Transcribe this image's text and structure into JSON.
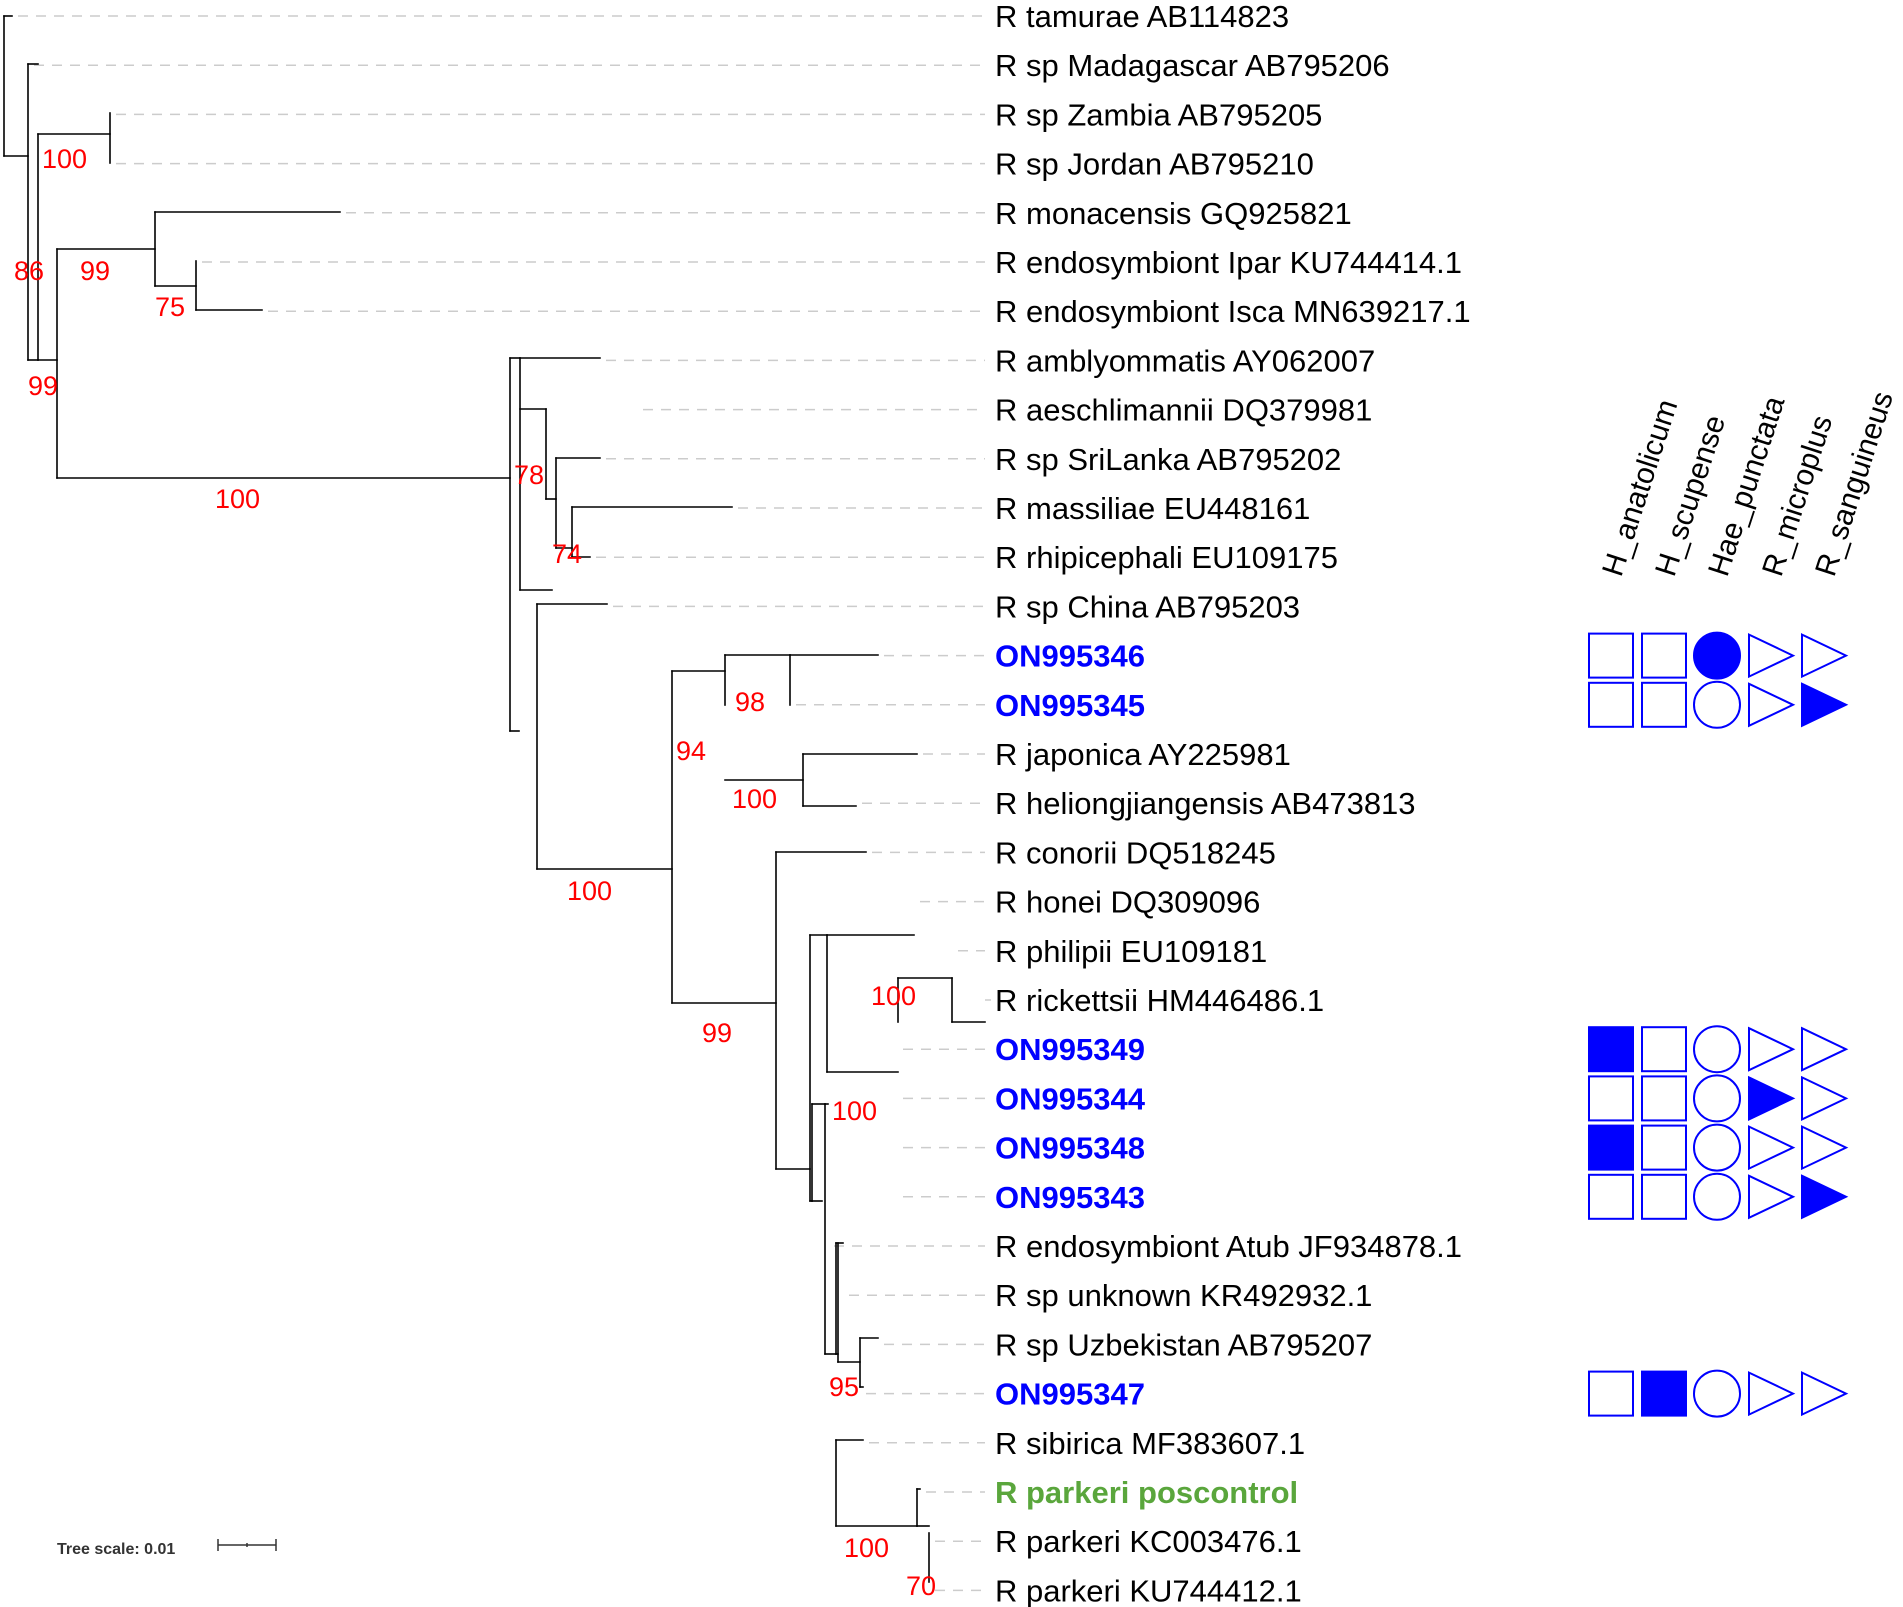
{
  "colors": {
    "branch": "#000000",
    "guide": "#cccccc",
    "support": "#ff0000",
    "tip_default": "#000000",
    "tip_sample": "#0000ff",
    "tip_control": "#5aa63c",
    "marker": "#0000ff"
  },
  "tree_scale": "Tree scale: 0.01",
  "host_columns": [
    {
      "name": "H_anatolicum",
      "shape": "square"
    },
    {
      "name": "H_scupense",
      "shape": "square"
    },
    {
      "name": "Hae_punctata",
      "shape": "circle"
    },
    {
      "name": "R_microplus",
      "shape": "triangle"
    },
    {
      "name": "R_sanguineus",
      "shape": "triangle"
    }
  ],
  "tips": [
    {
      "label": "R tamurae AB114823",
      "kind": "ref"
    },
    {
      "label": "R sp Madagascar AB795206",
      "kind": "ref"
    },
    {
      "label": "R sp Zambia AB795205",
      "kind": "ref"
    },
    {
      "label": "R sp Jordan AB795210",
      "kind": "ref"
    },
    {
      "label": "R monacensis GQ925821",
      "kind": "ref"
    },
    {
      "label": "R endosymbiont Ipar KU744414.1",
      "kind": "ref"
    },
    {
      "label": "R endosymbiont Isca MN639217.1",
      "kind": "ref"
    },
    {
      "label": "R amblyommatis AY062007",
      "kind": "ref"
    },
    {
      "label": "R aeschlimannii DQ379981",
      "kind": "ref"
    },
    {
      "label": "R sp SriLanka AB795202",
      "kind": "ref"
    },
    {
      "label": "R massiliae EU448161",
      "kind": "ref"
    },
    {
      "label": "R rhipicephali EU109175",
      "kind": "ref"
    },
    {
      "label": "R sp China AB795203",
      "kind": "ref"
    },
    {
      "label": "ON995346",
      "kind": "sample",
      "hosts": [
        0,
        0,
        1,
        0,
        0
      ]
    },
    {
      "label": "ON995345",
      "kind": "sample",
      "hosts": [
        0,
        0,
        0,
        0,
        1
      ]
    },
    {
      "label": "R japonica AY225981",
      "kind": "ref"
    },
    {
      "label": "R heliongjiangensis AB473813",
      "kind": "ref"
    },
    {
      "label": "R conorii DQ518245",
      "kind": "ref"
    },
    {
      "label": "R honei DQ309096",
      "kind": "ref"
    },
    {
      "label": "R philipii EU109181",
      "kind": "ref"
    },
    {
      "label": "R rickettsii HM446486.1",
      "kind": "ref"
    },
    {
      "label": "ON995349",
      "kind": "sample",
      "hosts": [
        1,
        0,
        0,
        0,
        0
      ]
    },
    {
      "label": "ON995344",
      "kind": "sample",
      "hosts": [
        0,
        0,
        0,
        1,
        0
      ]
    },
    {
      "label": "ON995348",
      "kind": "sample",
      "hosts": [
        1,
        0,
        0,
        0,
        0
      ]
    },
    {
      "label": "ON995343",
      "kind": "sample",
      "hosts": [
        0,
        0,
        0,
        0,
        1
      ]
    },
    {
      "label": "R endosymbiont Atub JF934878.1",
      "kind": "ref"
    },
    {
      "label": "R sp unknown KR492932.1",
      "kind": "ref"
    },
    {
      "label": "R sp Uzbekistan AB795207",
      "kind": "ref"
    },
    {
      "label": "ON995347",
      "kind": "sample",
      "hosts": [
        0,
        1,
        0,
        0,
        0
      ]
    },
    {
      "label": "R sibirica MF383607.1",
      "kind": "ref"
    },
    {
      "label": "R parkeri poscontrol",
      "kind": "control"
    },
    {
      "label": "R parkeri KC003476.1",
      "kind": "ref"
    },
    {
      "label": "R parkeri KU744412.1",
      "kind": "ref"
    }
  ],
  "support_values": [
    "100",
    "86",
    "99",
    "75",
    "99",
    "100",
    "78",
    "74",
    "98",
    "94",
    "100",
    "100",
    "99",
    "100",
    "100",
    "95",
    "100",
    "70"
  ]
}
